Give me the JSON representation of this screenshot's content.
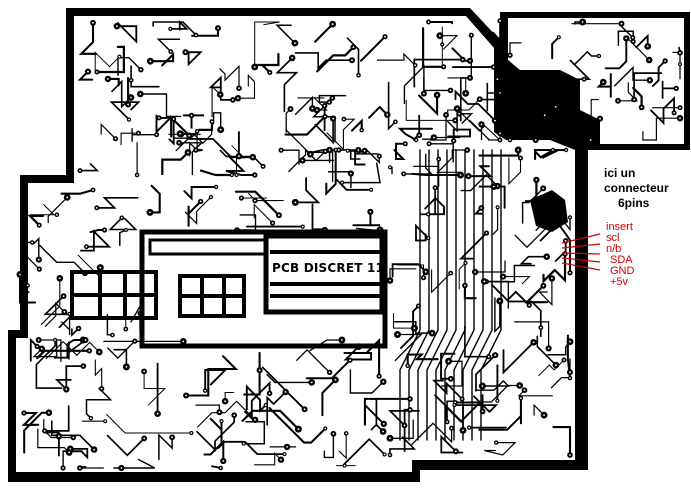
{
  "board_label": "PCB DISCRET 11",
  "note": {
    "line1": "ici un",
    "line2": "connecteur",
    "line3": "6pins"
  },
  "pins": [
    "insert",
    "scl",
    "n/b",
    "SDA",
    "GND",
    "+5v"
  ],
  "colors": {
    "copper": "#000000",
    "substrate": "#ffffff",
    "pin_labels": "#d40000"
  }
}
